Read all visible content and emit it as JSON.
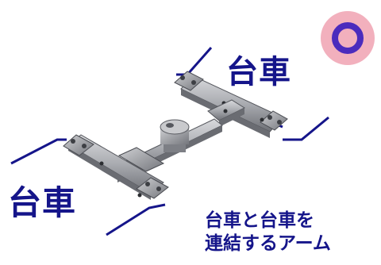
{
  "labels": {
    "cart_top": "台車",
    "cart_left": "台車",
    "caption_line1": "台車と台車を",
    "caption_line2": "連結するアーム"
  },
  "mark": {
    "symbol": "circle-ok",
    "ring_color": "#4b2bbd",
    "fill_color": "#f2b0bd"
  },
  "colors": {
    "accent_lines": "#15158a",
    "metal_light": "#bfc0c4",
    "metal_dark": "#5b5d63"
  }
}
